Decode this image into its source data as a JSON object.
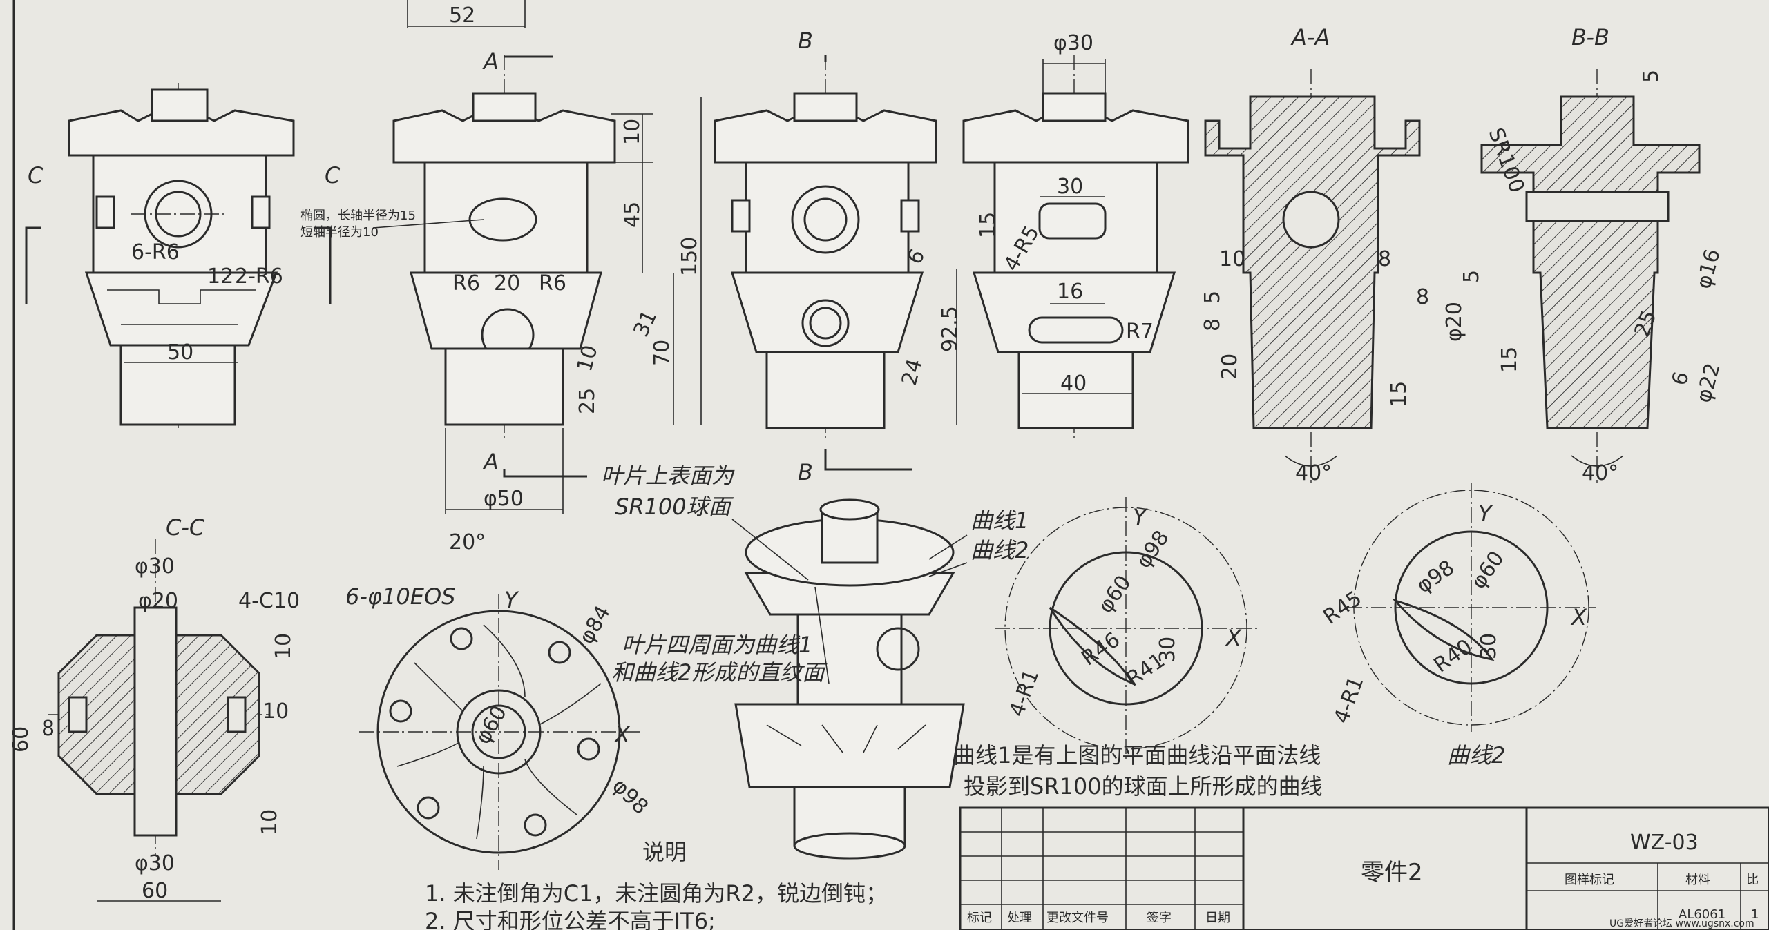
{
  "views": {
    "front_left": {
      "label_left": "C",
      "label_right": "C",
      "dims": [
        "6-R6",
        "12",
        "2-R6",
        "50"
      ]
    },
    "section_a_front": {
      "top_label": "A",
      "bottom_label": "A",
      "dims": [
        "52",
        "10",
        "45",
        "150",
        "R6",
        "20",
        "R6",
        "31",
        "10",
        "70",
        "25",
        "φ50"
      ],
      "ellipse_note_1": "椭圆，长轴半径为15",
      "ellipse_note_2": "短轴半径为10"
    },
    "section_b_front": {
      "top_label": "B",
      "bottom_label": "B",
      "dims": [
        "6",
        "24",
        "92.5"
      ]
    },
    "slot_view": {
      "dims": [
        "φ30",
        "30",
        "15",
        "4-R5",
        "16",
        "R7",
        "40"
      ]
    },
    "section_aa": {
      "title": "A-A",
      "dims": [
        "10",
        "8",
        "5",
        "8",
        "20",
        "8",
        "φ20",
        "15",
        "40°"
      ]
    },
    "section_bb": {
      "title": "B-B",
      "dims": [
        "SR100",
        "5",
        "5",
        "φ16",
        "25",
        "15",
        "6",
        "φ22",
        "40°"
      ]
    },
    "section_cc": {
      "title": "C-C",
      "dims": [
        "φ30",
        "φ20",
        "4-C10",
        "10",
        "60",
        "8",
        "10",
        "10",
        "φ30",
        "60"
      ]
    },
    "top_view": {
      "dims": [
        "20°",
        "6-φ10EOS",
        "Y",
        "φ84",
        "φ60",
        "X",
        "φ98"
      ]
    },
    "curve1": {
      "dims": [
        "Y",
        "φ98",
        "φ60",
        "R46",
        "30",
        "X",
        "R41",
        "4-R1"
      ]
    },
    "curve2": {
      "dims": [
        "Y",
        "φ98",
        "φ60",
        "R45",
        "R40",
        "30",
        "X",
        "4-R1"
      ],
      "caption": "曲线2"
    }
  },
  "callouts": {
    "blade_top_1": "叶片上表面为",
    "blade_top_2": "SR100球面",
    "curve1_label": "曲线1",
    "curve2_label": "曲线2",
    "blade_side_1": "叶片四周面为曲线1",
    "blade_side_2": "和曲线2形成的直纹面",
    "curve_note_1": "曲线1是有上图的平面曲线沿平面法线",
    "curve_note_2": "投影到SR100的球面上所形成的曲线"
  },
  "notes": {
    "heading": "说明",
    "item1": "1. 未注倒角为C1，未注圆角为R2，锐边倒钝；",
    "item2": "2. 尺寸和形位公差不高于IT6;"
  },
  "title_block": {
    "drawing_no": "WZ-03",
    "part_name": "零件2",
    "col_labels": [
      "标记",
      "处理",
      "更改文件号",
      "签字",
      "日期"
    ],
    "mark_label": "图样标记",
    "material_label": "材料",
    "ratio_label": "比",
    "material_value": "AL6061",
    "ratio_value": "1",
    "watermark": "UG爱好者论坛 www.ugsnx.com"
  }
}
